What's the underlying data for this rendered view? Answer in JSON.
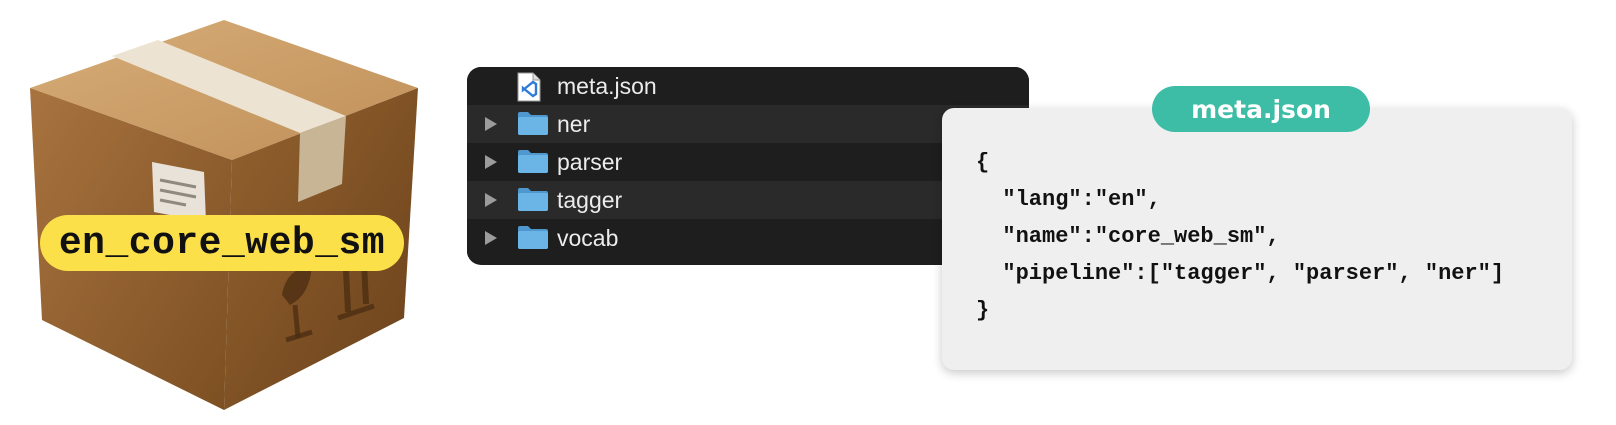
{
  "package": {
    "name": "en_core_web_sm",
    "icon": "package-box-icon"
  },
  "finder": {
    "rows": [
      {
        "label": "meta.json",
        "icon": "json-file-icon",
        "expandable": false
      },
      {
        "label": "ner",
        "icon": "folder-icon",
        "expandable": true
      },
      {
        "label": "parser",
        "icon": "folder-icon",
        "expandable": true
      },
      {
        "label": "tagger",
        "icon": "folder-icon",
        "expandable": true
      },
      {
        "label": "vocab",
        "icon": "folder-icon",
        "expandable": true
      }
    ]
  },
  "meta_card": {
    "title": "meta.json",
    "lines": [
      "{",
      "  \"lang\":\"en\",",
      "  \"name\":\"core_web_sm\",",
      "  \"pipeline\":[\"tagger\", \"parser\", \"ner\"]",
      "}"
    ]
  },
  "colors": {
    "label_yellow": "#fbe04a",
    "tab_teal": "#3dbda5",
    "finder_bg": "#1e1e1e",
    "folder_blue": "#5fa9dd",
    "card_bg": "#efefef"
  }
}
